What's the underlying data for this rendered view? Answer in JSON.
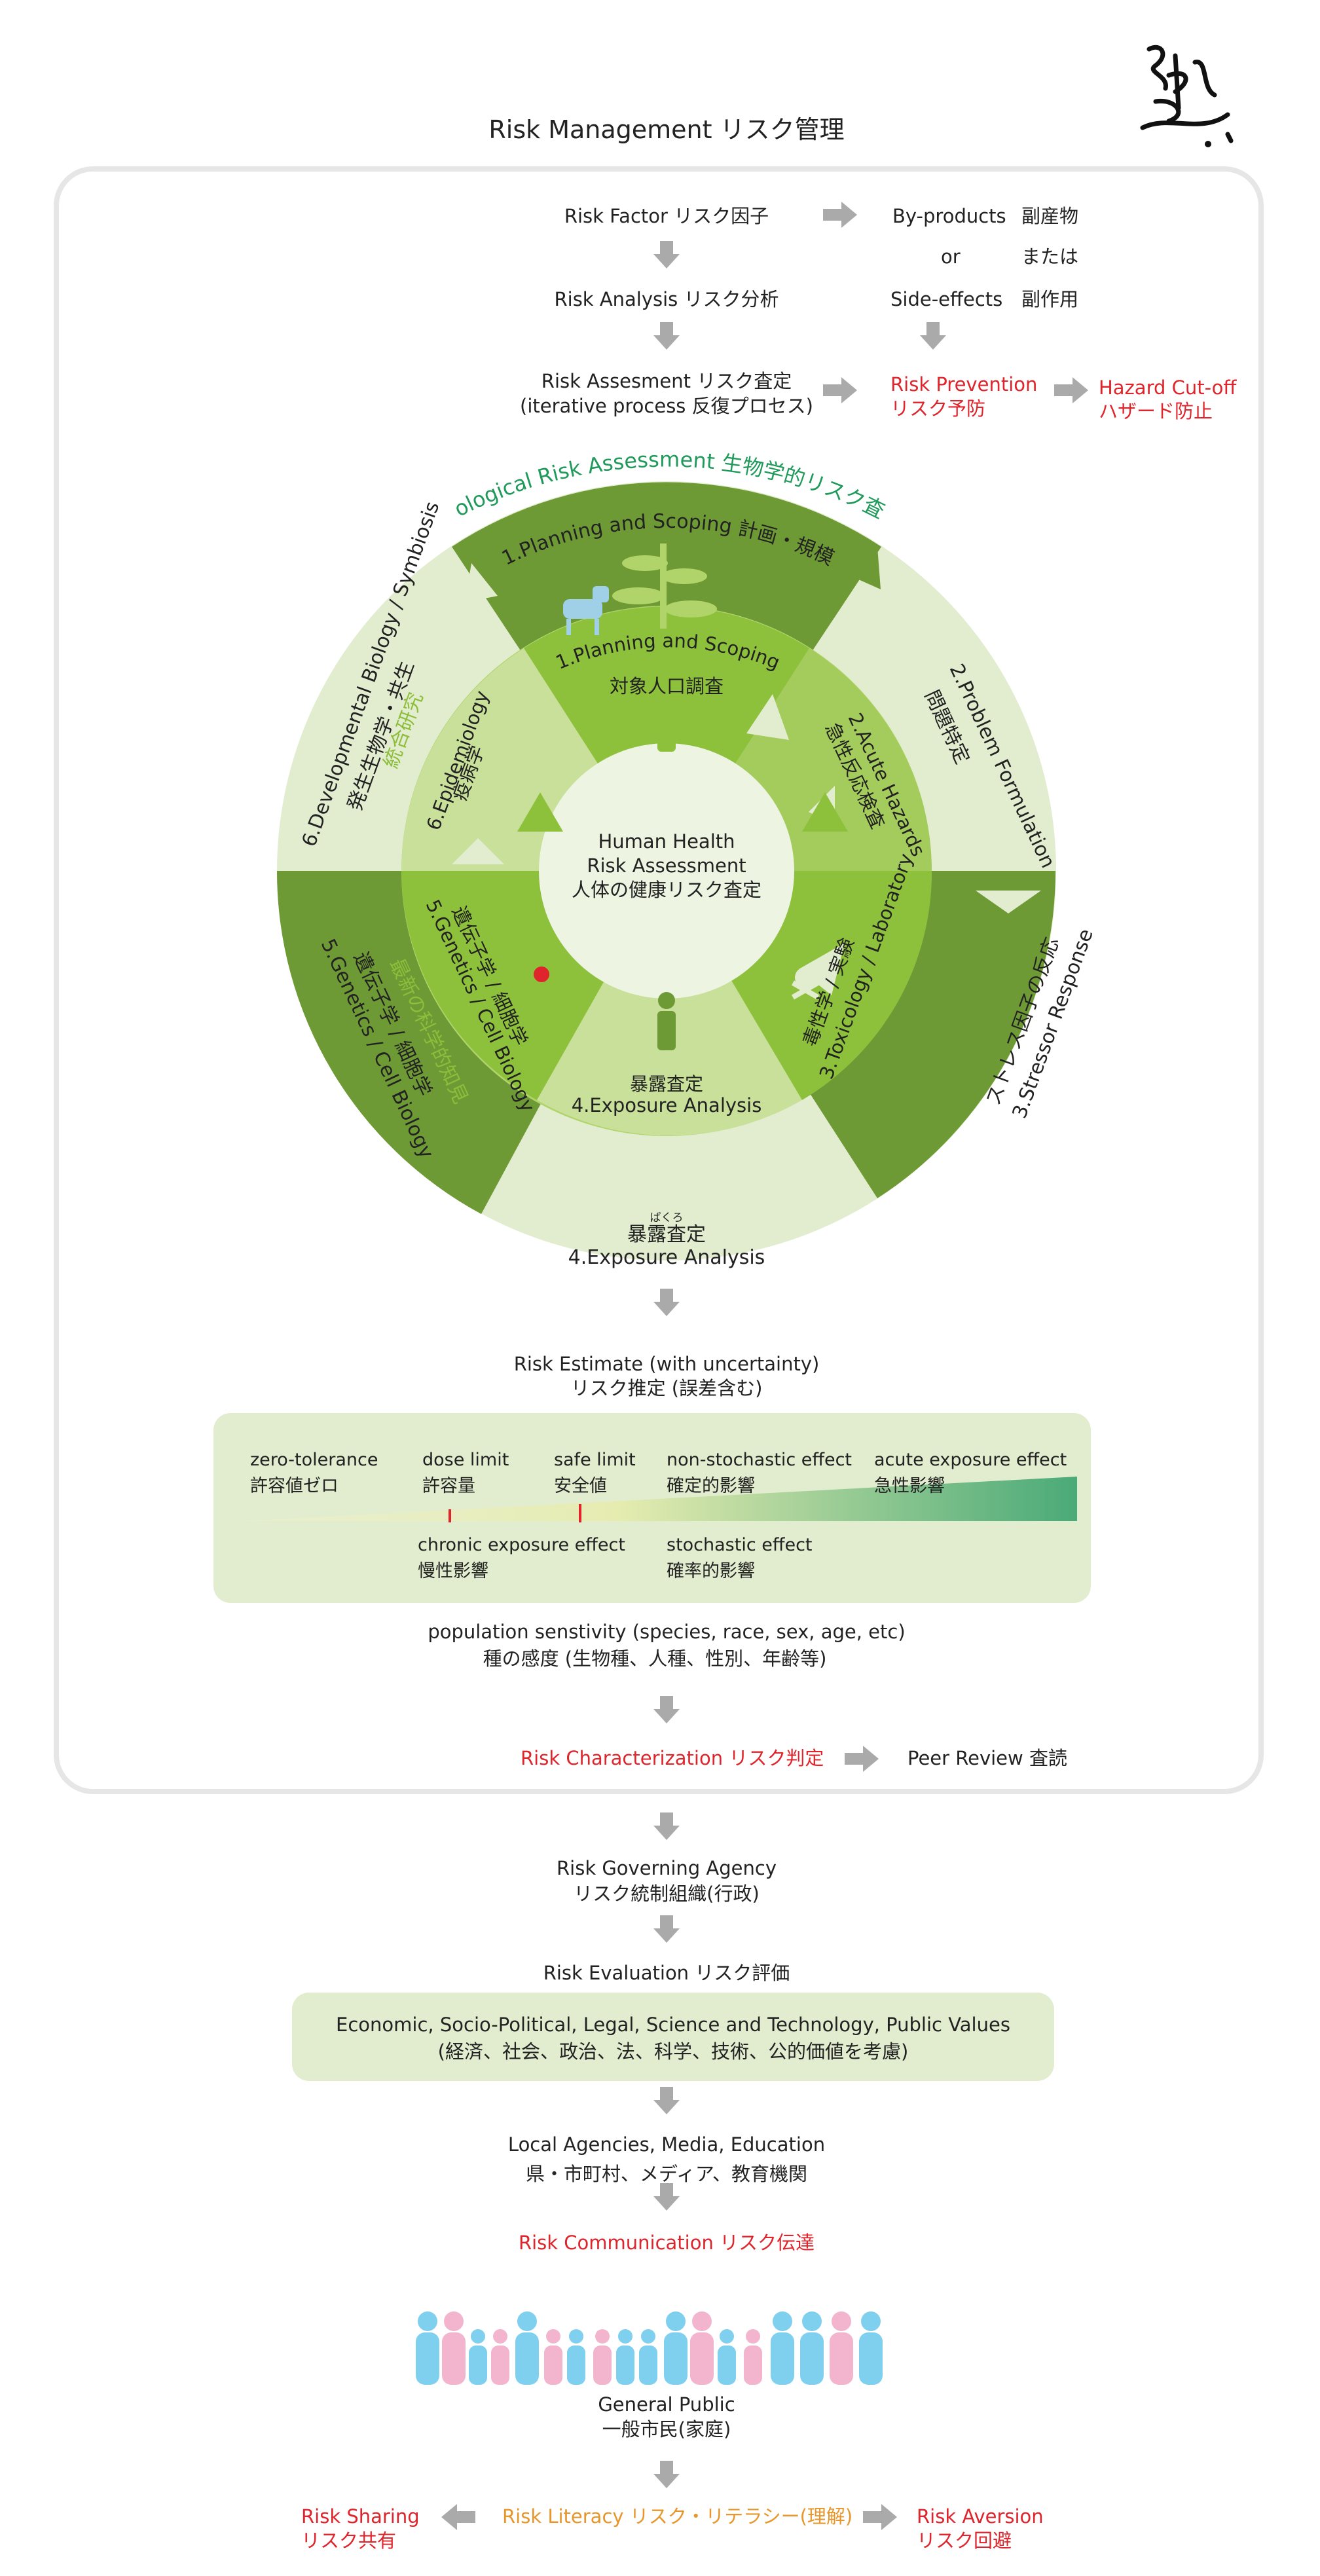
{
  "title": "Risk Management リスク管理",
  "top": {
    "risk_factor": "Risk Factor リスク因子",
    "byproducts": "By-products",
    "byproducts_jp": "副産物",
    "or": "or",
    "or_jp": "または",
    "side_effects": "Side-effects",
    "side_effects_jp": "副作用",
    "risk_analysis": "Risk Analysis リスク分析",
    "risk_assessment": "Risk Assesment リスク査定",
    "iterative": "(iterative process 反復プロセス)",
    "risk_prevention": "Risk Prevention",
    "risk_prevention_jp": "リスク予防",
    "hazard_cutoff": "Hazard Cut-off",
    "hazard_cutoff_jp": "ハザード防止"
  },
  "wheel": {
    "eco_title": "Ecological Risk Assessment 生物学的リスク査定",
    "outer": {
      "planning": "1.Planning and Scoping 計画・規模",
      "problem_1": "2.Problem Formulation",
      "problem_2": "問題特定",
      "stressor_1": "3.Stressor Response",
      "stressor_2": "ストレス因子の反応",
      "exposure_jp": "暴露査定",
      "exposure_ruby": "ばくろ",
      "exposure_en": "4.Exposure Analysis",
      "genetics_1": "5.Genetics / Cell Biology",
      "genetics_2": "遺伝子学 / 細胞学",
      "genetics_3": "最新の科学的知見",
      "dev_1": "6.Developmental Biology / Symbiosis",
      "dev_2": "発生生物学・共生",
      "dev_3": "統合研究"
    },
    "inner": {
      "planning_en": "1.Planning and Scoping",
      "planning_jp": "対象人口調査",
      "acute_1": "2.Acute Hazards",
      "acute_2": "急性反応検査",
      "tox_1": "3.Toxicology / Laboratory",
      "tox_2": "毒性学 / 実験",
      "exposure_jp": "暴露査定",
      "exposure_en": "4.Exposure Analysis",
      "genetics_1": "5.Genetics / Cell Biology",
      "genetics_2": "遺伝子学 / 細胞学",
      "epi_1": "6.Epidemiology",
      "epi_2": "疫病学"
    },
    "center_1": "Human Health",
    "center_2": "Risk Assessment",
    "center_3": "人体の健康リスク査定"
  },
  "estimate": {
    "line1": "Risk Estimate (with uncertainty)",
    "line2": "リスク推定 (誤差含む)"
  },
  "spectrum": {
    "zero_en": "zero-tolerance",
    "zero_jp": "許容値ゼロ",
    "dose_en": "dose limit",
    "dose_jp": "許容量",
    "safe_en": "safe limit",
    "safe_jp": "安全値",
    "nonstoch_en": "non-stochastic effect",
    "nonstoch_jp": "確定的影響",
    "acute_en": "acute exposure effect",
    "acute_jp": "急性影響",
    "chronic_en": "chronic exposure effect",
    "chronic_jp": "慢性影響",
    "stoch_en": "stochastic effect",
    "stoch_jp": "確率的影響"
  },
  "population": {
    "line1": "population senstivity (species, race, sex, age, etc)",
    "line2": "種の感度 (生物種、人種、性別、年齢等)"
  },
  "characterization": "Risk Characterization リスク判定",
  "peer_review": "Peer Review 査読",
  "governing": {
    "line1": "Risk Governing Agency",
    "line2": "リスク統制組織(行政)"
  },
  "evaluation": "Risk Evaluation リスク評価",
  "values_box": {
    "line1": "Economic, Socio-Political, Legal, Science and Technology, Public Values",
    "line2": "(経済、社会、政治、法、科学、技術、公的価値を考慮)"
  },
  "local": {
    "line1": "Local Agencies, Media, Education",
    "line2": "県・市町村、メディア、教育機関"
  },
  "communication": "Risk Communication リスク伝達",
  "public": {
    "line1": "General Public",
    "line2": "一般市民(家庭)"
  },
  "sharing": {
    "line1": "Risk Sharing",
    "line2": "リスク共有"
  },
  "literacy": "Risk Literacy リスク・リテラシー(理解)",
  "aversion": {
    "line1": "Risk Aversion",
    "line2": "リスク回避"
  },
  "colors": {
    "dark_green": "#6e9a35",
    "mid_green": "#8dc13c",
    "light_green": "#e2edcf",
    "center": "#edf4e1",
    "red": "#e0242b",
    "orange": "#e8962a",
    "blue_person": "#7fd0ef",
    "pink_person": "#f2b5cd",
    "arrow_gray": "#aaaaaa"
  }
}
